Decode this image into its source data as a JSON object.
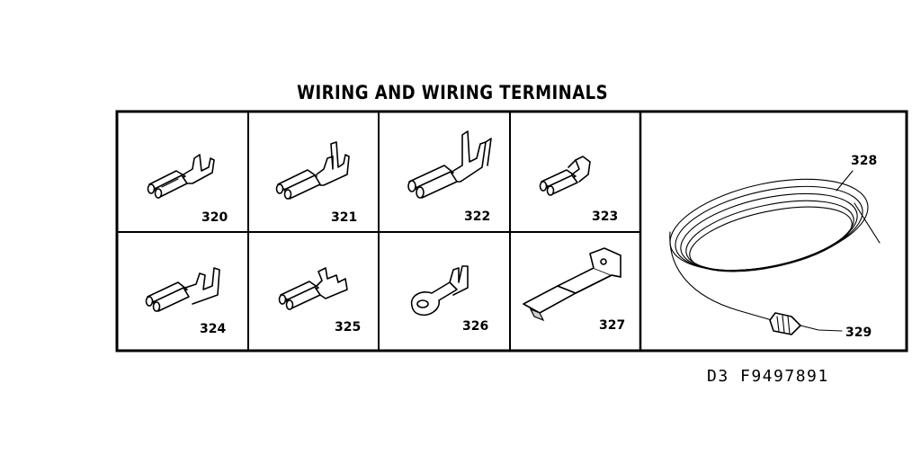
{
  "title": "WIRING AND WIRING TERMINALS",
  "drawing_id": "D3 F9497891",
  "parts": [
    {
      "number": "320",
      "kind": "female-terminal-small"
    },
    {
      "number": "321",
      "kind": "female-terminal-tall"
    },
    {
      "number": "322",
      "kind": "female-terminal-large"
    },
    {
      "number": "323",
      "kind": "female-terminal-short"
    },
    {
      "number": "324",
      "kind": "flag-terminal"
    },
    {
      "number": "325",
      "kind": "female-terminal-open"
    },
    {
      "number": "326",
      "kind": "ring-terminal"
    },
    {
      "number": "327",
      "kind": "bracket-terminal"
    },
    {
      "number": "328",
      "kind": "wire-coil"
    },
    {
      "number": "329",
      "kind": "wire-nut"
    }
  ]
}
